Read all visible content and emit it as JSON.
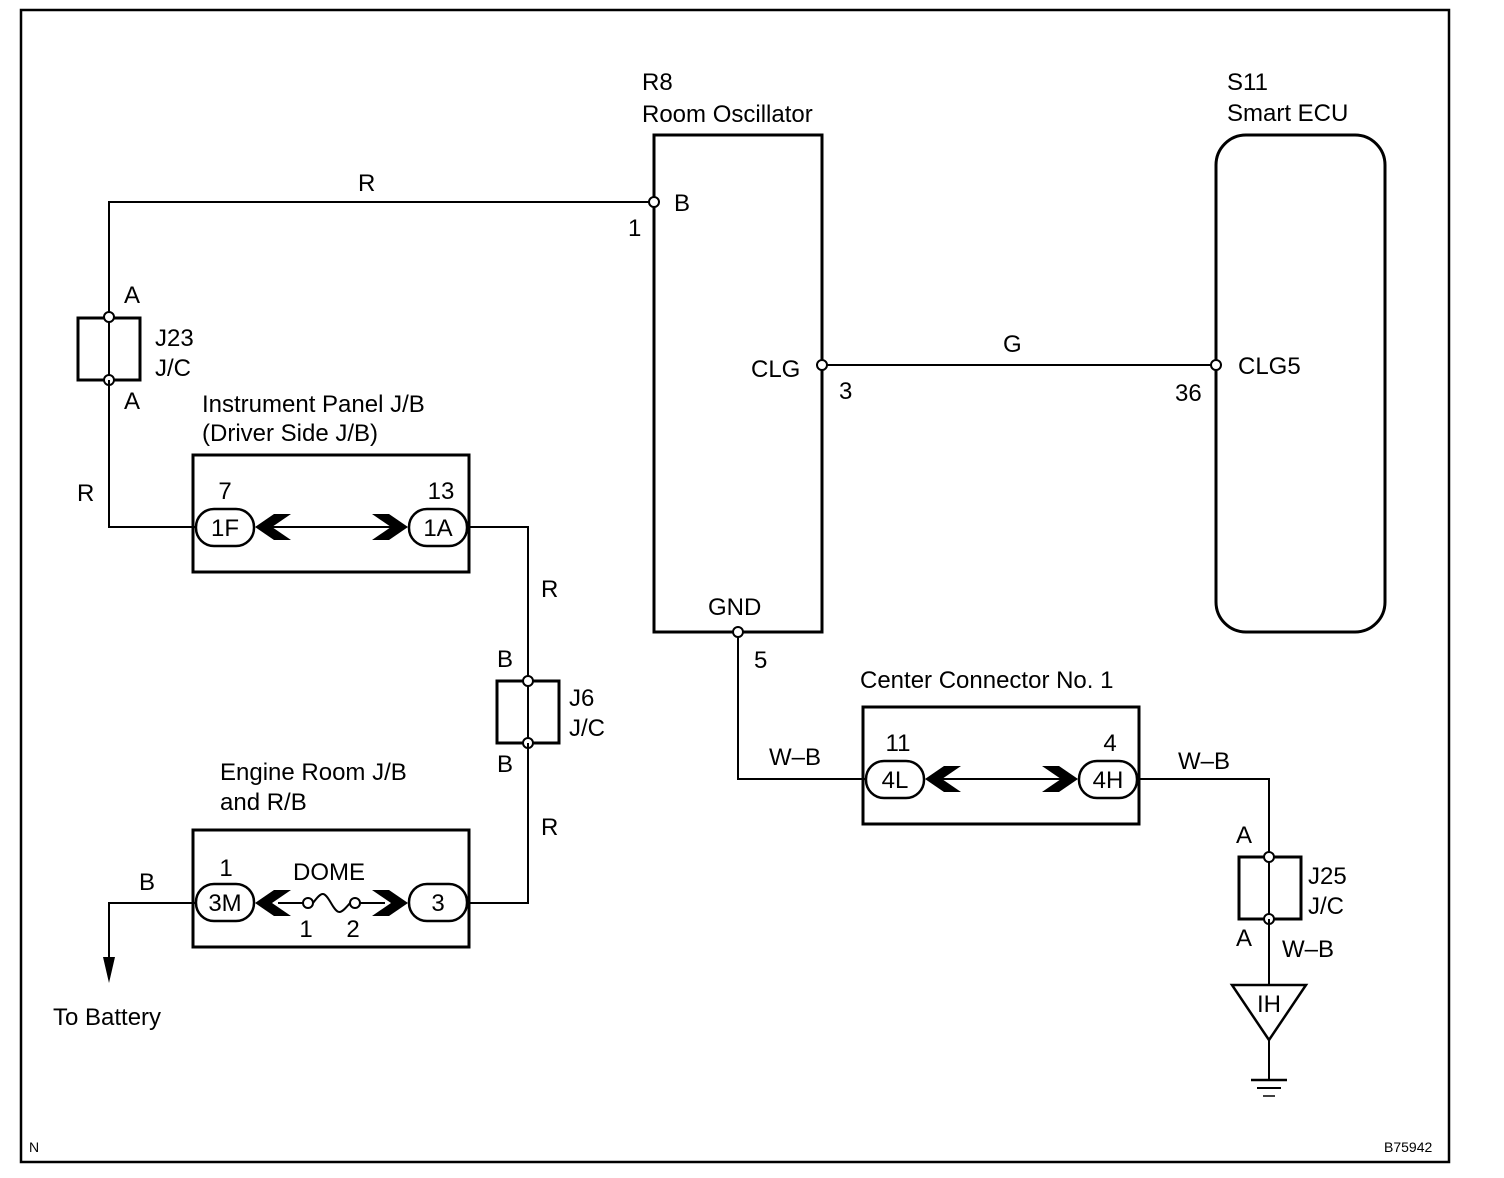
{
  "components": {
    "room_oscillator": {
      "id": "R8",
      "name": "Room Oscillator"
    },
    "smart_ecu": {
      "id": "S11",
      "name": "Smart ECU"
    },
    "j23": {
      "id": "J23",
      "type": "J/C",
      "term_top": "A",
      "term_bottom": "A"
    },
    "j6": {
      "id": "J6",
      "type": "J/C",
      "term_top": "B",
      "term_bottom": "B"
    },
    "j25": {
      "id": "J25",
      "type": "J/C",
      "term_top": "A",
      "term_bottom": "A"
    },
    "instrument_panel_jb": {
      "line1": "Instrument Panel J/B",
      "line2": "(Driver Side J/B)"
    },
    "engine_room_jb": {
      "line1": "Engine Room J/B",
      "line2": "and R/B"
    },
    "center_connector": {
      "name": "Center Connector No. 1"
    }
  },
  "pins": {
    "osc_b": {
      "label": "B",
      "number": "1"
    },
    "osc_clg": {
      "label": "CLG",
      "number": "3"
    },
    "osc_gnd": {
      "label": "GND",
      "number": "5"
    },
    "ecu_clg5": {
      "label": "CLG5",
      "number": "36"
    }
  },
  "connectors": {
    "ip_left": {
      "code": "1F",
      "pin": "7"
    },
    "ip_right": {
      "code": "1A",
      "pin": "13"
    },
    "er_left": {
      "code": "3M",
      "pin": "1"
    },
    "er_right": {
      "code": "3"
    },
    "cc_left": {
      "code": "4L",
      "pin": "11"
    },
    "cc_right": {
      "code": "4H",
      "pin": "4"
    }
  },
  "fuse": {
    "name": "DOME",
    "pin1": "1",
    "pin2": "2"
  },
  "wires": {
    "top_r": "R",
    "left_r": "R",
    "right_r_upper": "R",
    "right_r_lower": "R",
    "green": "G",
    "battery_b": "B",
    "wb_left": "W–B",
    "wb_right": "W–B",
    "wb_ground": "W–B"
  },
  "ground": {
    "code": "IH"
  },
  "battery_label": "To Battery",
  "corner_left": "N",
  "figure_code": "B75942"
}
